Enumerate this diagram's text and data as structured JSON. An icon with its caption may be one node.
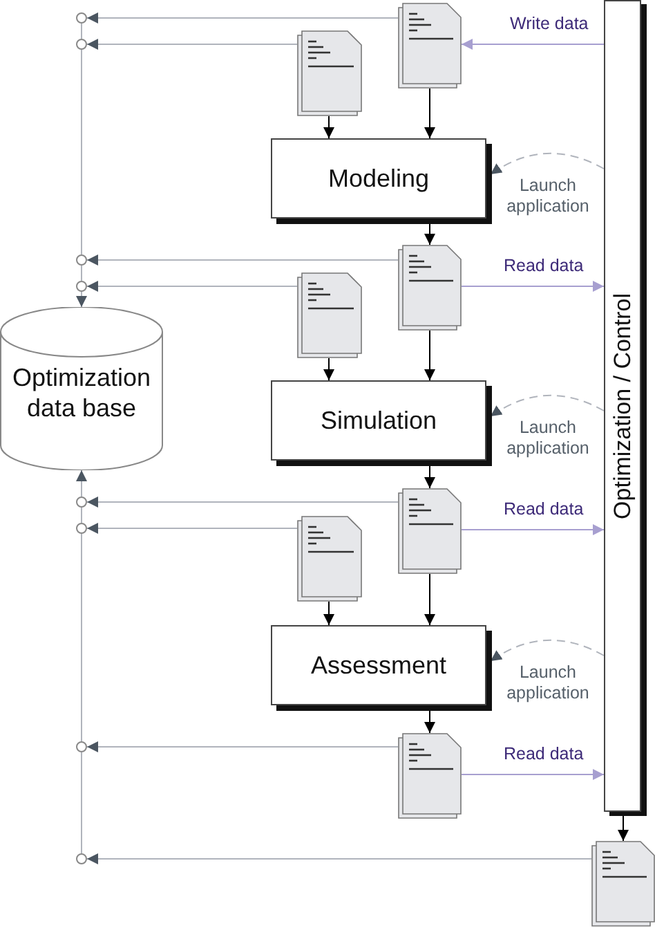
{
  "diagram": {
    "nodes": [
      {
        "text": [
          "Optimization data base"
        ]
      },
      {
        "text": [
          "Optimization / Control"
        ]
      },
      {
        "text": [
          "Modeling"
        ]
      },
      {
        "text": [
          "Simulation"
        ]
      },
      {
        "text": [
          "Assessment"
        ]
      },
      {
        "text": [],
        "shape": "document"
      },
      {
        "text": [],
        "shape": "document"
      },
      {
        "text": [],
        "shape": "document"
      },
      {
        "text": [],
        "shape": "document"
      },
      {
        "text": [],
        "shape": "document"
      },
      {
        "text": [],
        "shape": "document"
      },
      {
        "text": [],
        "shape": "document"
      },
      {
        "text": [],
        "shape": "document"
      },
      {
        "text": [],
        "shape": "circle"
      },
      {
        "text": [],
        "shape": "circle"
      },
      {
        "text": [],
        "shape": "circle"
      },
      {
        "text": [],
        "shape": "circle"
      },
      {
        "text": [],
        "shape": "circle"
      },
      {
        "text": [],
        "shape": "circle"
      },
      {
        "text": [],
        "shape": "circle"
      },
      {
        "text": [],
        "shape": "circle"
      }
    ],
    "edges": [
      {
        "from": 1,
        "to": 5,
        "arrow": "to",
        "label": "Write data",
        "color": "#a79fd0"
      },
      {
        "from": 5,
        "to": 2,
        "arrow": "to",
        "color": "#000000"
      },
      {
        "from": 6,
        "to": 2,
        "arrow": "to",
        "color": "#000000"
      },
      {
        "from": 1,
        "to": 2,
        "arrow": "to",
        "label": "Launch application",
        "style": "dashed"
      },
      {
        "from": 2,
        "to": 7,
        "arrow": "to",
        "color": "#000000"
      },
      {
        "from": 7,
        "to": 1,
        "arrow": "to",
        "label": "Read data",
        "color": "#a79fd0"
      },
      {
        "from": 7,
        "to": 3,
        "arrow": "to",
        "color": "#000000"
      },
      {
        "from": 8,
        "to": 3,
        "arrow": "to",
        "color": "#000000"
      },
      {
        "from": 1,
        "to": 3,
        "arrow": "to",
        "label": "Launch application",
        "style": "dashed"
      },
      {
        "from": 3,
        "to": 9,
        "arrow": "to",
        "color": "#000000"
      },
      {
        "from": 9,
        "to": 1,
        "arrow": "to",
        "label": "Read data",
        "color": "#a79fd0"
      },
      {
        "from": 9,
        "to": 4,
        "arrow": "to",
        "color": "#000000"
      },
      {
        "from": 10,
        "to": 4,
        "arrow": "to",
        "color": "#000000"
      },
      {
        "from": 1,
        "to": 4,
        "arrow": "to",
        "label": "Launch application",
        "style": "dashed"
      },
      {
        "from": 4,
        "to": 11,
        "arrow": "to",
        "color": "#000000"
      },
      {
        "from": 11,
        "to": 1,
        "arrow": "to",
        "label": "Read data",
        "color": "#a79fd0"
      },
      {
        "from": 1,
        "to": 12,
        "arrow": "to",
        "color": "#000000"
      },
      {
        "from": 5,
        "to": 13,
        "arrow": "to"
      },
      {
        "from": 6,
        "to": 14,
        "arrow": "to"
      },
      {
        "from": 7,
        "to": 15,
        "arrow": "to"
      },
      {
        "from": 8,
        "to": 16,
        "arrow": "to"
      },
      {
        "from": 9,
        "to": 17,
        "arrow": "to"
      },
      {
        "from": 10,
        "to": 18,
        "arrow": "to"
      },
      {
        "from": 11,
        "to": 19,
        "arrow": "to"
      },
      {
        "from": 12,
        "to": 20,
        "arrow": "to"
      },
      {
        "from": 13,
        "to": 14,
        "arrow": "none"
      },
      {
        "from": 14,
        "to": 15,
        "arrow": "none"
      },
      {
        "from": 15,
        "to": 16,
        "arrow": "none"
      },
      {
        "from": 16,
        "to": 0,
        "arrow": "to"
      },
      {
        "from": 20,
        "to": 19,
        "arrow": "none"
      },
      {
        "from": 19,
        "to": 18,
        "arrow": "none"
      },
      {
        "from": 18,
        "to": 17,
        "arrow": "none"
      },
      {
        "from": 17,
        "to": 0,
        "arrow": "to"
      }
    ]
  }
}
